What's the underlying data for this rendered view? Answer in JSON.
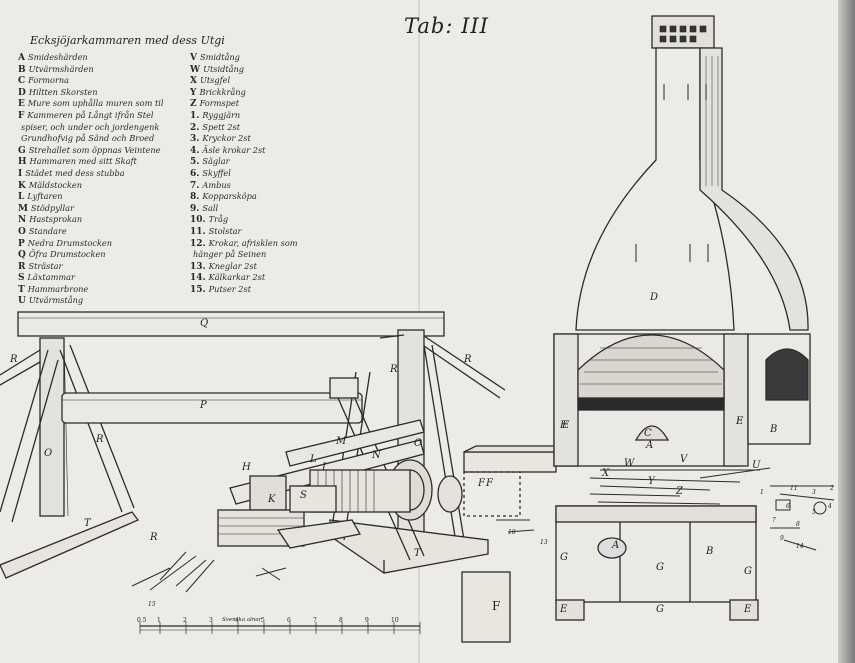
{
  "plate": {
    "title": "Tab: III",
    "legend_heading": "Ecksjöjarkammaren med dess Utgi",
    "legend_left": [
      {
        "key": "A",
        "text": "Smideshärden"
      },
      {
        "key": "B",
        "text": "Utvärmshärden"
      },
      {
        "key": "C",
        "text": "Formorna"
      },
      {
        "key": "D",
        "text": "Hiltten Skorsten"
      },
      {
        "key": "E",
        "text": "Mure som uphålla muren som til"
      },
      {
        "key": "F",
        "text": "Kammeren på Långt ifrån Stel"
      },
      {
        "key": "",
        "text": "spiser, och under och jordengenk"
      },
      {
        "key": "",
        "text": "Grundhofvig på Sänd och Broed"
      },
      {
        "key": "G",
        "text": "Strehallet som öppnas Veintene"
      },
      {
        "key": "H",
        "text": "Hammaren med sitt Skaft"
      },
      {
        "key": "I",
        "text": "Städet med dess stubba"
      },
      {
        "key": "K",
        "text": "Mäldstocken"
      },
      {
        "key": "L",
        "text": "Lyftaren"
      },
      {
        "key": "M",
        "text": "Stödpyllar"
      },
      {
        "key": "N",
        "text": "Hastsprokan"
      },
      {
        "key": "O",
        "text": "Standare"
      },
      {
        "key": "P",
        "text": "Nedra Drumstocken"
      },
      {
        "key": "Q",
        "text": "Öfra Drumstocken"
      },
      {
        "key": "R",
        "text": "Strästar"
      },
      {
        "key": "S",
        "text": "Läxtammar"
      },
      {
        "key": "T",
        "text": "Hammarbrone"
      },
      {
        "key": "U",
        "text": "Utvärmstång"
      }
    ],
    "legend_right": [
      {
        "key": "V",
        "text": "Smidtång"
      },
      {
        "key": "W",
        "text": "Utsidtång"
      },
      {
        "key": "X",
        "text": "Utsgfel"
      },
      {
        "key": "Y",
        "text": "Brickkrång"
      },
      {
        "key": "Z",
        "text": "Formspet"
      },
      {
        "key": "1.",
        "text": "Ryggjärn"
      },
      {
        "key": "2.",
        "text": "Spett 2st"
      },
      {
        "key": "3.",
        "text": "Kryckor 2st"
      },
      {
        "key": "4.",
        "text": "Äsle krokar 2st"
      },
      {
        "key": "5.",
        "text": "Säglar"
      },
      {
        "key": "6.",
        "text": "Skyffel"
      },
      {
        "key": "7.",
        "text": "Ambus"
      },
      {
        "key": "8.",
        "text": "Kopparsköpa"
      },
      {
        "key": "9.",
        "text": "Sall"
      },
      {
        "key": "10.",
        "text": "Tråg"
      },
      {
        "key": "11.",
        "text": "Stolstar"
      },
      {
        "key": "12.",
        "text": "Krokar, afrisklen som"
      },
      {
        "key": "",
        "text": "hänger på Seinen"
      },
      {
        "key": "13.",
        "text": "Kneglar 2st"
      },
      {
        "key": "14.",
        "text": "Kälkarkar 2st"
      },
      {
        "key": "15.",
        "text": "Putser 2st"
      }
    ],
    "scale_label": "Svenska alnar",
    "scale_ticks": [
      "0.5",
      "1",
      "2",
      "3",
      "4",
      "5",
      "6",
      "7",
      "8",
      "9",
      "10"
    ],
    "hammer_letters": [
      "Q",
      "R",
      "R",
      "P",
      "R",
      "O",
      "T",
      "R",
      "R",
      "M",
      "N",
      "O",
      "L",
      "H",
      "K",
      "S",
      "I",
      "T"
    ],
    "hearth_letters": [
      "D",
      "E",
      "E",
      "E",
      "E",
      "B",
      "C",
      "A",
      "F",
      "F",
      "G",
      "G",
      "G",
      "B",
      "G",
      "E",
      "E",
      "A",
      "W",
      "V",
      "X",
      "Y",
      "Z",
      "U"
    ],
    "tool_numbers": [
      "1",
      "2",
      "3",
      "4",
      "5",
      "6",
      "7",
      "8",
      "9",
      "10",
      "11",
      "12",
      "13",
      "14",
      "15"
    ],
    "colors": {
      "paper": "#ecebe6",
      "ink": "#222222",
      "border": "#8f8f8f"
    }
  }
}
